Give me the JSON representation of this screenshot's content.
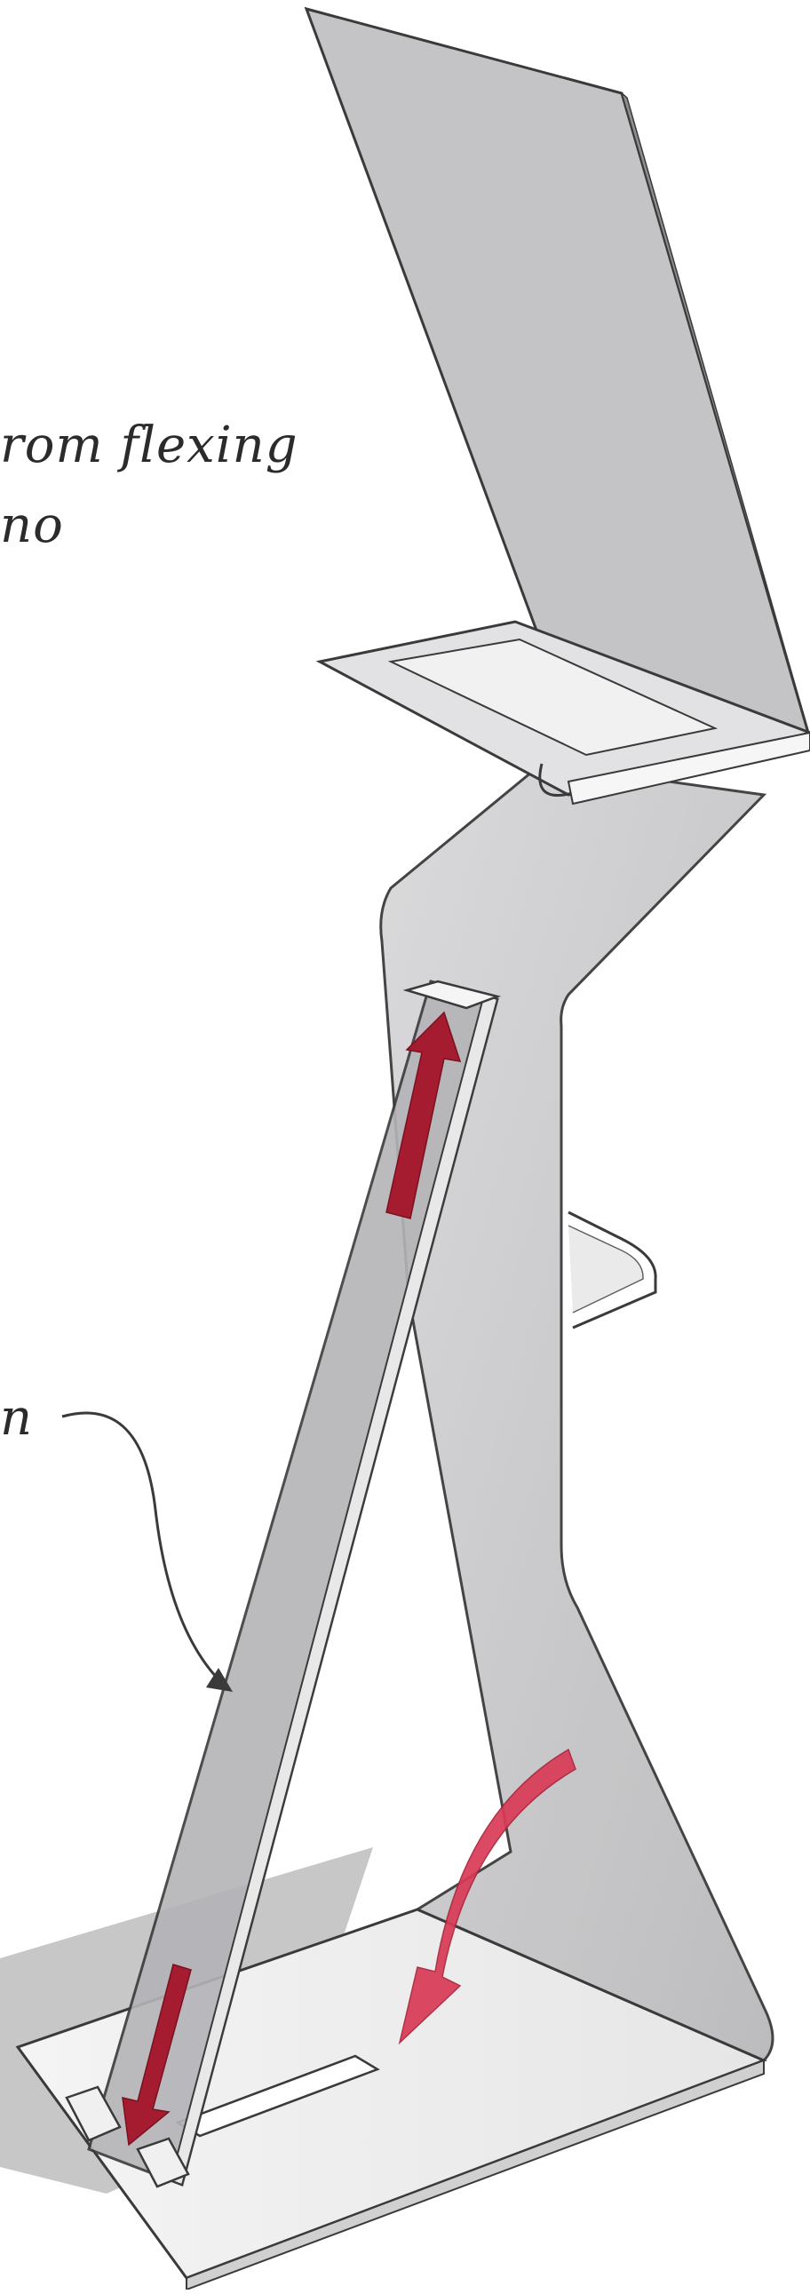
{
  "annotations": {
    "top_line1": "rom flexing",
    "top_line2": "no",
    "middle": "n"
  },
  "colors": {
    "acrylic_fill": "#c8c8ca",
    "acrylic_edge": "#3a3a3a",
    "arrow_red": "#a51c30",
    "arrow_pink": "#d93a55",
    "shadow": "#b5b5b5"
  }
}
